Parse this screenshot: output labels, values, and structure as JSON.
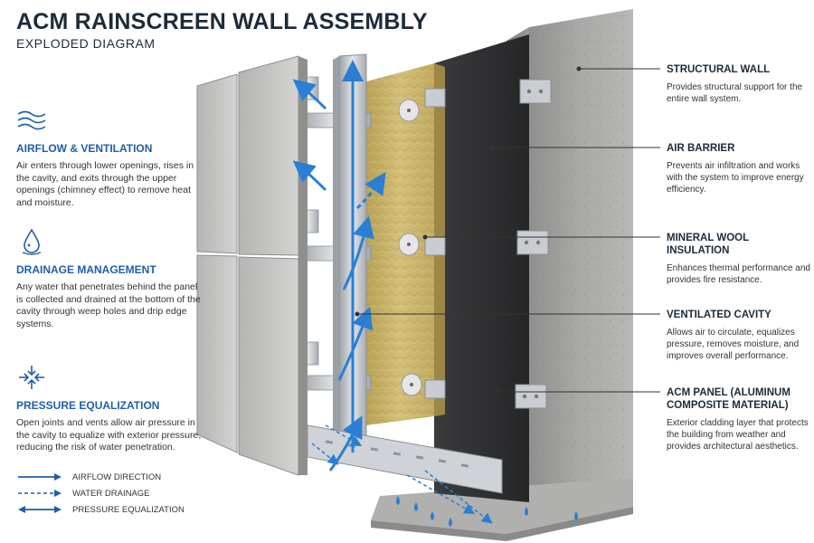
{
  "header": {
    "title": "ACM RAINSCREEN WALL ASSEMBLY",
    "subtitle": "EXPLODED DIAGRAM"
  },
  "features": [
    {
      "icon": "airflow-waves-icon",
      "heading": "AIRFLOW & VENTILATION",
      "body": "Air enters through lower openings, rises in the cavity, and exits through the upper openings (chimney effect) to remove heat and moisture."
    },
    {
      "icon": "water-drop-icon",
      "heading": "DRAINAGE MANAGEMENT",
      "body": "Any water that penetrates behind the panel is collected and drained at the bottom of the cavity through weep holes and drip edge systems."
    },
    {
      "icon": "pressure-arrows-icon",
      "heading": "PRESSURE EQUALIZATION",
      "body": "Open joints and vents allow air pressure in the cavity to equalize with exterior pressure, reducing the risk of water penetration."
    }
  ],
  "legend": [
    {
      "label": "AIRFLOW DIRECTION"
    },
    {
      "label": "WATER DRAINAGE"
    },
    {
      "label": "PRESSURE EQUALIZATION"
    }
  ],
  "callouts": [
    {
      "heading": "STRUCTURAL WALL",
      "body": "Provides structural support for the entire wall system."
    },
    {
      "heading": "AIR BARRIER",
      "body": "Prevents air infiltration and works with the system to improve energy efficiency."
    },
    {
      "heading": "MINERAL WOOL INSULATION",
      "body": "Enhances thermal performance and provides fire resistance."
    },
    {
      "heading": "VENTILATED CAVITY",
      "body": "Allows air to circulate, equalizes pressure, removes moisture, and improves overall performance."
    },
    {
      "heading": "ACM PANEL (ALUMINUM COMPOSITE MATERIAL)",
      "body": "Exterior cladding layer that protects the building from weather and provides architectural aesthetics."
    }
  ],
  "colors": {
    "accent": "#1f5fa8",
    "airflow": "#2a7fd4",
    "concrete": "#9c9c9a",
    "membrane": "#2e2f31",
    "insulation": "#c9b46a",
    "panel": "#c7c8c6",
    "title": "#1c2b3a"
  }
}
